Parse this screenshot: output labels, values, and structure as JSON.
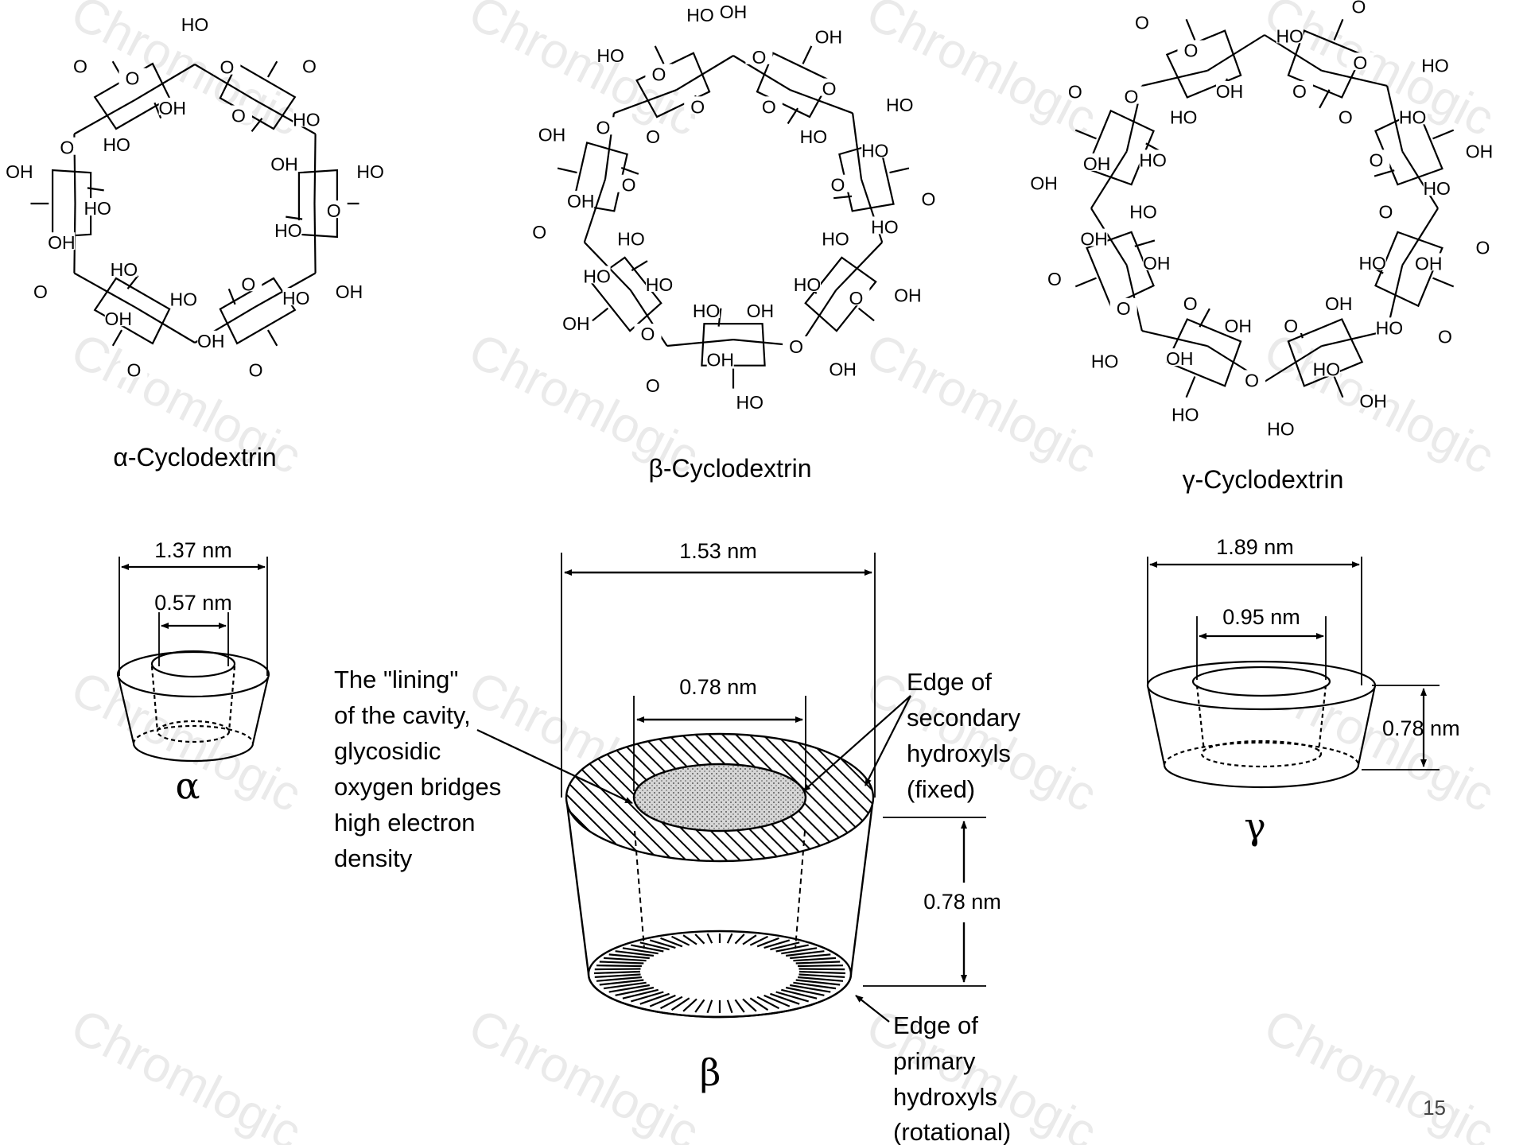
{
  "watermark": "Chromlogic",
  "page_number": "15",
  "molecules": {
    "alpha": {
      "name": "α-Cyclodextrin",
      "labels": [
        "HO",
        "O",
        "O",
        "O",
        "HO",
        "OH",
        "HO",
        "O",
        "HO",
        "OH",
        "HO",
        "O",
        "O",
        "OH",
        "HO",
        "O",
        "OH",
        "HO",
        "O",
        "OH",
        "HO",
        "OH",
        "O",
        "HO",
        "O",
        "O",
        "OH"
      ]
    },
    "beta": {
      "name": "β-Cyclodextrin",
      "labels": [
        "OH",
        "O",
        "O",
        "OH",
        "O",
        "HO",
        "HO",
        "HO",
        "O",
        "O",
        "HO",
        "HO",
        "OH",
        "O",
        "HO",
        "OH",
        "O",
        "OH",
        "HO",
        "OH",
        "HO",
        "O",
        "O",
        "HO",
        "OH",
        "HO",
        "HO",
        "O",
        "OH",
        "O",
        "OH",
        "O",
        "O",
        "HO",
        "O",
        "O",
        "HO"
      ]
    },
    "gamma": {
      "name": "γ-Cyclodextrin",
      "labels": [
        "OH",
        "HO",
        "O",
        "O",
        "O",
        "O",
        "HO",
        "HO",
        "O",
        "OH",
        "HO",
        "O",
        "O",
        "OH",
        "HO",
        "O",
        "HO",
        "OH",
        "OH",
        "HO",
        "O",
        "HO",
        "O",
        "OH",
        "HO",
        "OH",
        "O",
        "HO",
        "O",
        "OH",
        "O",
        "OH",
        "HO",
        "OH",
        "OH",
        "HO",
        "O",
        "O",
        "HO",
        "O",
        "O",
        "OH",
        "HO"
      ]
    }
  },
  "cones": {
    "alpha": {
      "symbol": "α",
      "outer_diameter": "1.37 nm",
      "inner_diameter": "0.57 nm"
    },
    "beta": {
      "symbol": "β",
      "outer_diameter": "1.53 nm",
      "inner_diameter": "0.78 nm",
      "height": "0.78 nm",
      "annotation_lining": [
        "The \"lining\"",
        "of the cavity,",
        "glycosidic",
        "oxygen bridges",
        "high electron",
        "density"
      ],
      "annotation_secondary": [
        "Edge of",
        "secondary",
        "hydroxyls",
        "(fixed)"
      ],
      "annotation_primary": [
        "Edge of",
        "primary",
        "hydroxyls",
        "(rotational)"
      ]
    },
    "gamma": {
      "symbol": "γ",
      "outer_diameter": "1.89 nm",
      "inner_diameter": "0.95 nm",
      "height": "0.78 nm"
    }
  }
}
